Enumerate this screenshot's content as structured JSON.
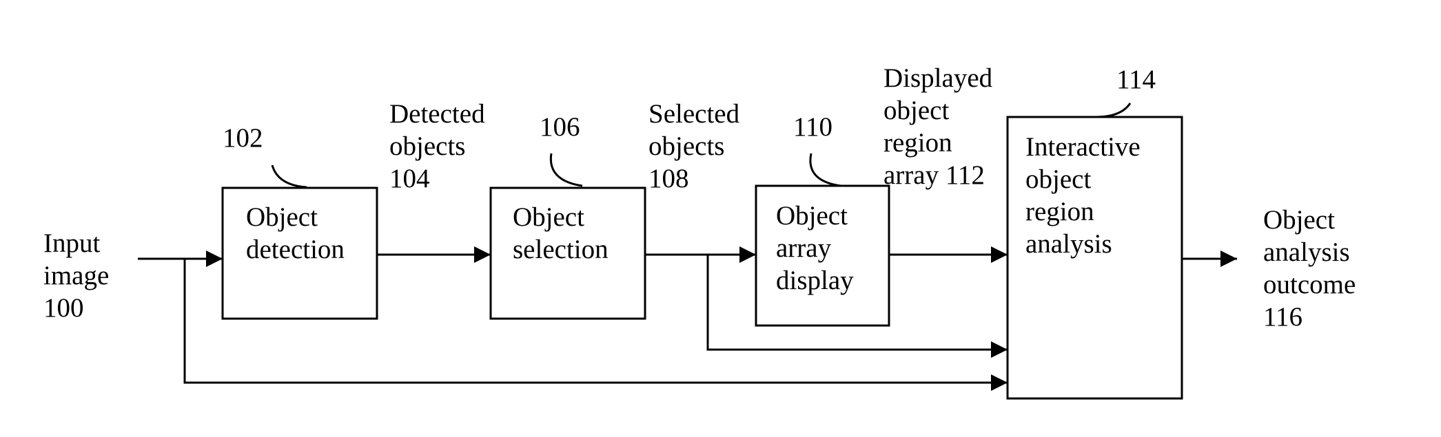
{
  "diagram": {
    "line_color": "#000000",
    "input": {
      "lines": [
        "Input",
        "image",
        "100"
      ]
    },
    "blocks": {
      "detection": {
        "ref": "102",
        "lines": [
          "Object",
          "detection"
        ]
      },
      "selection": {
        "ref": "106",
        "lines": [
          "Object",
          "selection"
        ]
      },
      "array_display": {
        "ref": "110",
        "lines": [
          "Object",
          "array",
          "display"
        ]
      },
      "analysis": {
        "ref": "114",
        "lines": [
          "Interactive",
          "object",
          "region",
          "analysis"
        ]
      }
    },
    "signals": {
      "detected": {
        "lines": [
          "Detected",
          "objects",
          "104"
        ]
      },
      "selected": {
        "lines": [
          "Selected",
          "objects",
          "108"
        ]
      },
      "displayed": {
        "lines": [
          "Displayed",
          "object",
          "region",
          "array 112"
        ]
      }
    },
    "output": {
      "lines": [
        "Object",
        "analysis",
        "outcome",
        "116"
      ]
    }
  }
}
